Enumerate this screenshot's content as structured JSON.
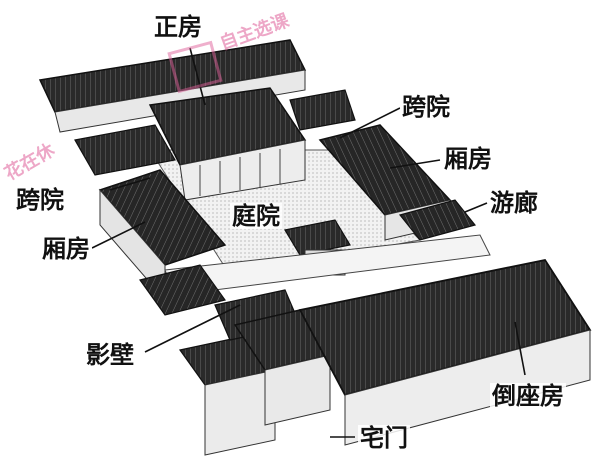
{
  "labels": {
    "main_house": "正房",
    "cross_yard_right": "跨院",
    "cross_yard_left": "跨院",
    "wing_room_right": "厢房",
    "wing_room_left": "厢房",
    "corridor": "游廊",
    "courtyard": "庭院",
    "screen_wall": "影壁",
    "south_house": "倒座房",
    "gate": "宅门"
  },
  "watermark": {
    "brand": "自主选课",
    "side": "花在休",
    "logo": "logo-mark",
    "color": "#e0609a"
  }
}
